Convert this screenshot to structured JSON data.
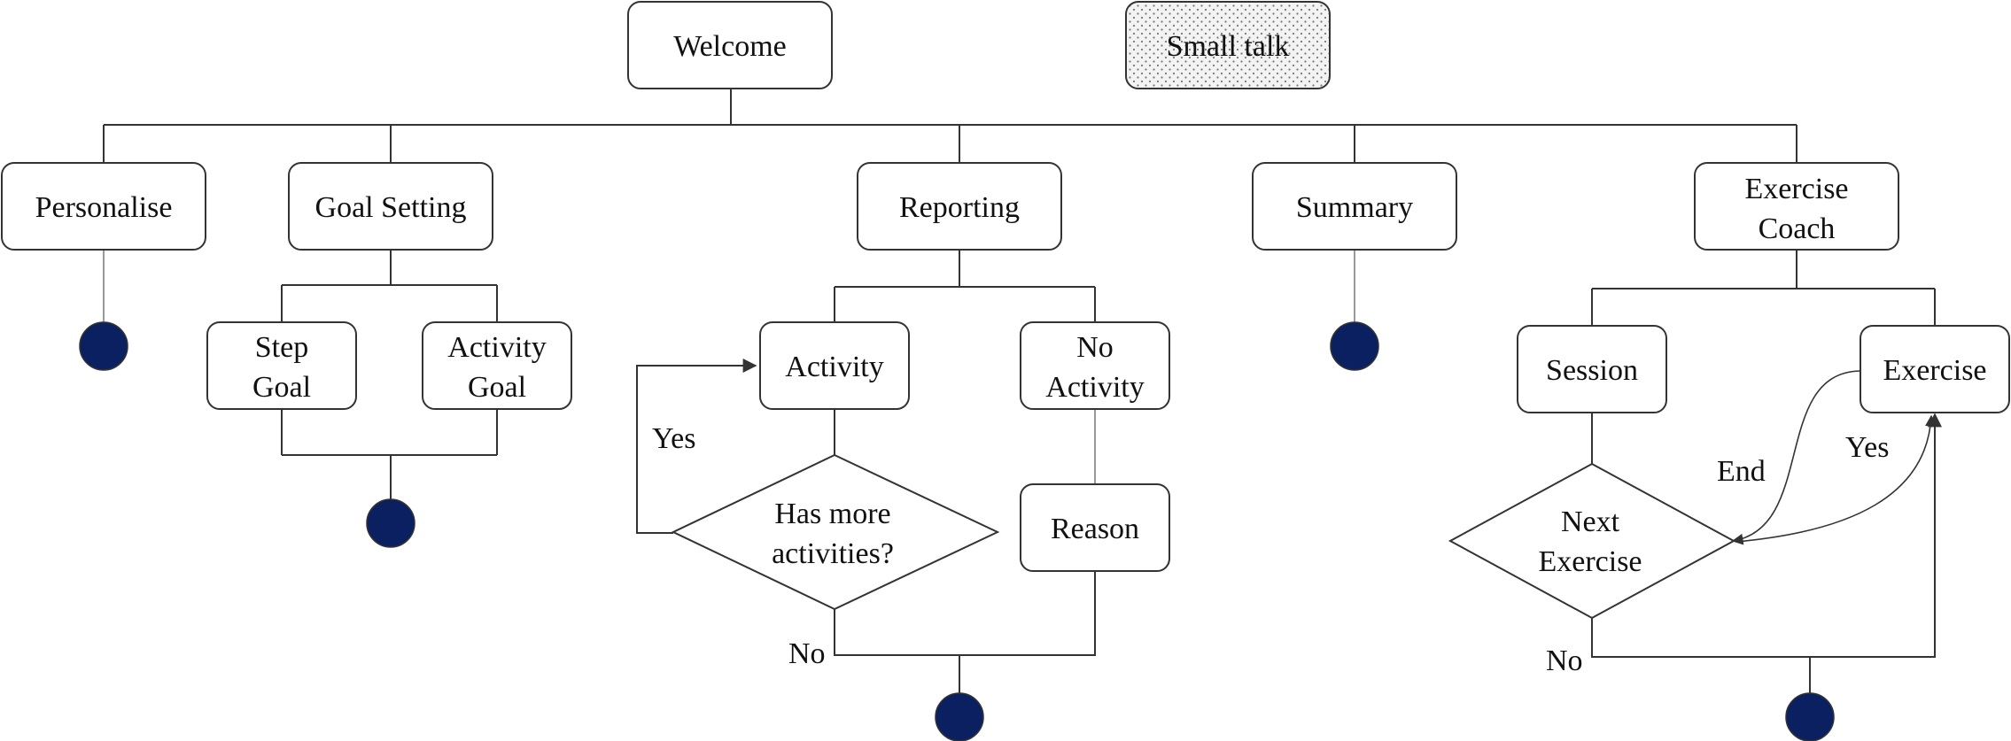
{
  "nodes": {
    "welcome": "Welcome",
    "small_talk": "Small talk",
    "personalise": "Personalise",
    "goal_setting": "Goal Setting",
    "reporting": "Reporting",
    "summary": "Summary",
    "exercise_coach_1": "Exercise",
    "exercise_coach_2": "Coach",
    "step_goal_1": "Step",
    "step_goal_2": "Goal",
    "activity_goal_1": "Activity",
    "activity_goal_2": "Goal",
    "activity": "Activity",
    "no_activity_1": "No",
    "no_activity_2": "Activity",
    "reason": "Reason",
    "has_more_1": "Has more",
    "has_more_2": "activities?",
    "session": "Session",
    "exercise": "Exercise",
    "next_exercise_1": "Next",
    "next_exercise_2": "Exercise"
  },
  "edge_labels": {
    "yes_activity": "Yes",
    "no_activity_end": "No",
    "end": "End",
    "yes_exercise": "Yes",
    "no_exercise_end": "No"
  },
  "colors": {
    "terminal": "#0b2060",
    "stroke": "#333333"
  }
}
